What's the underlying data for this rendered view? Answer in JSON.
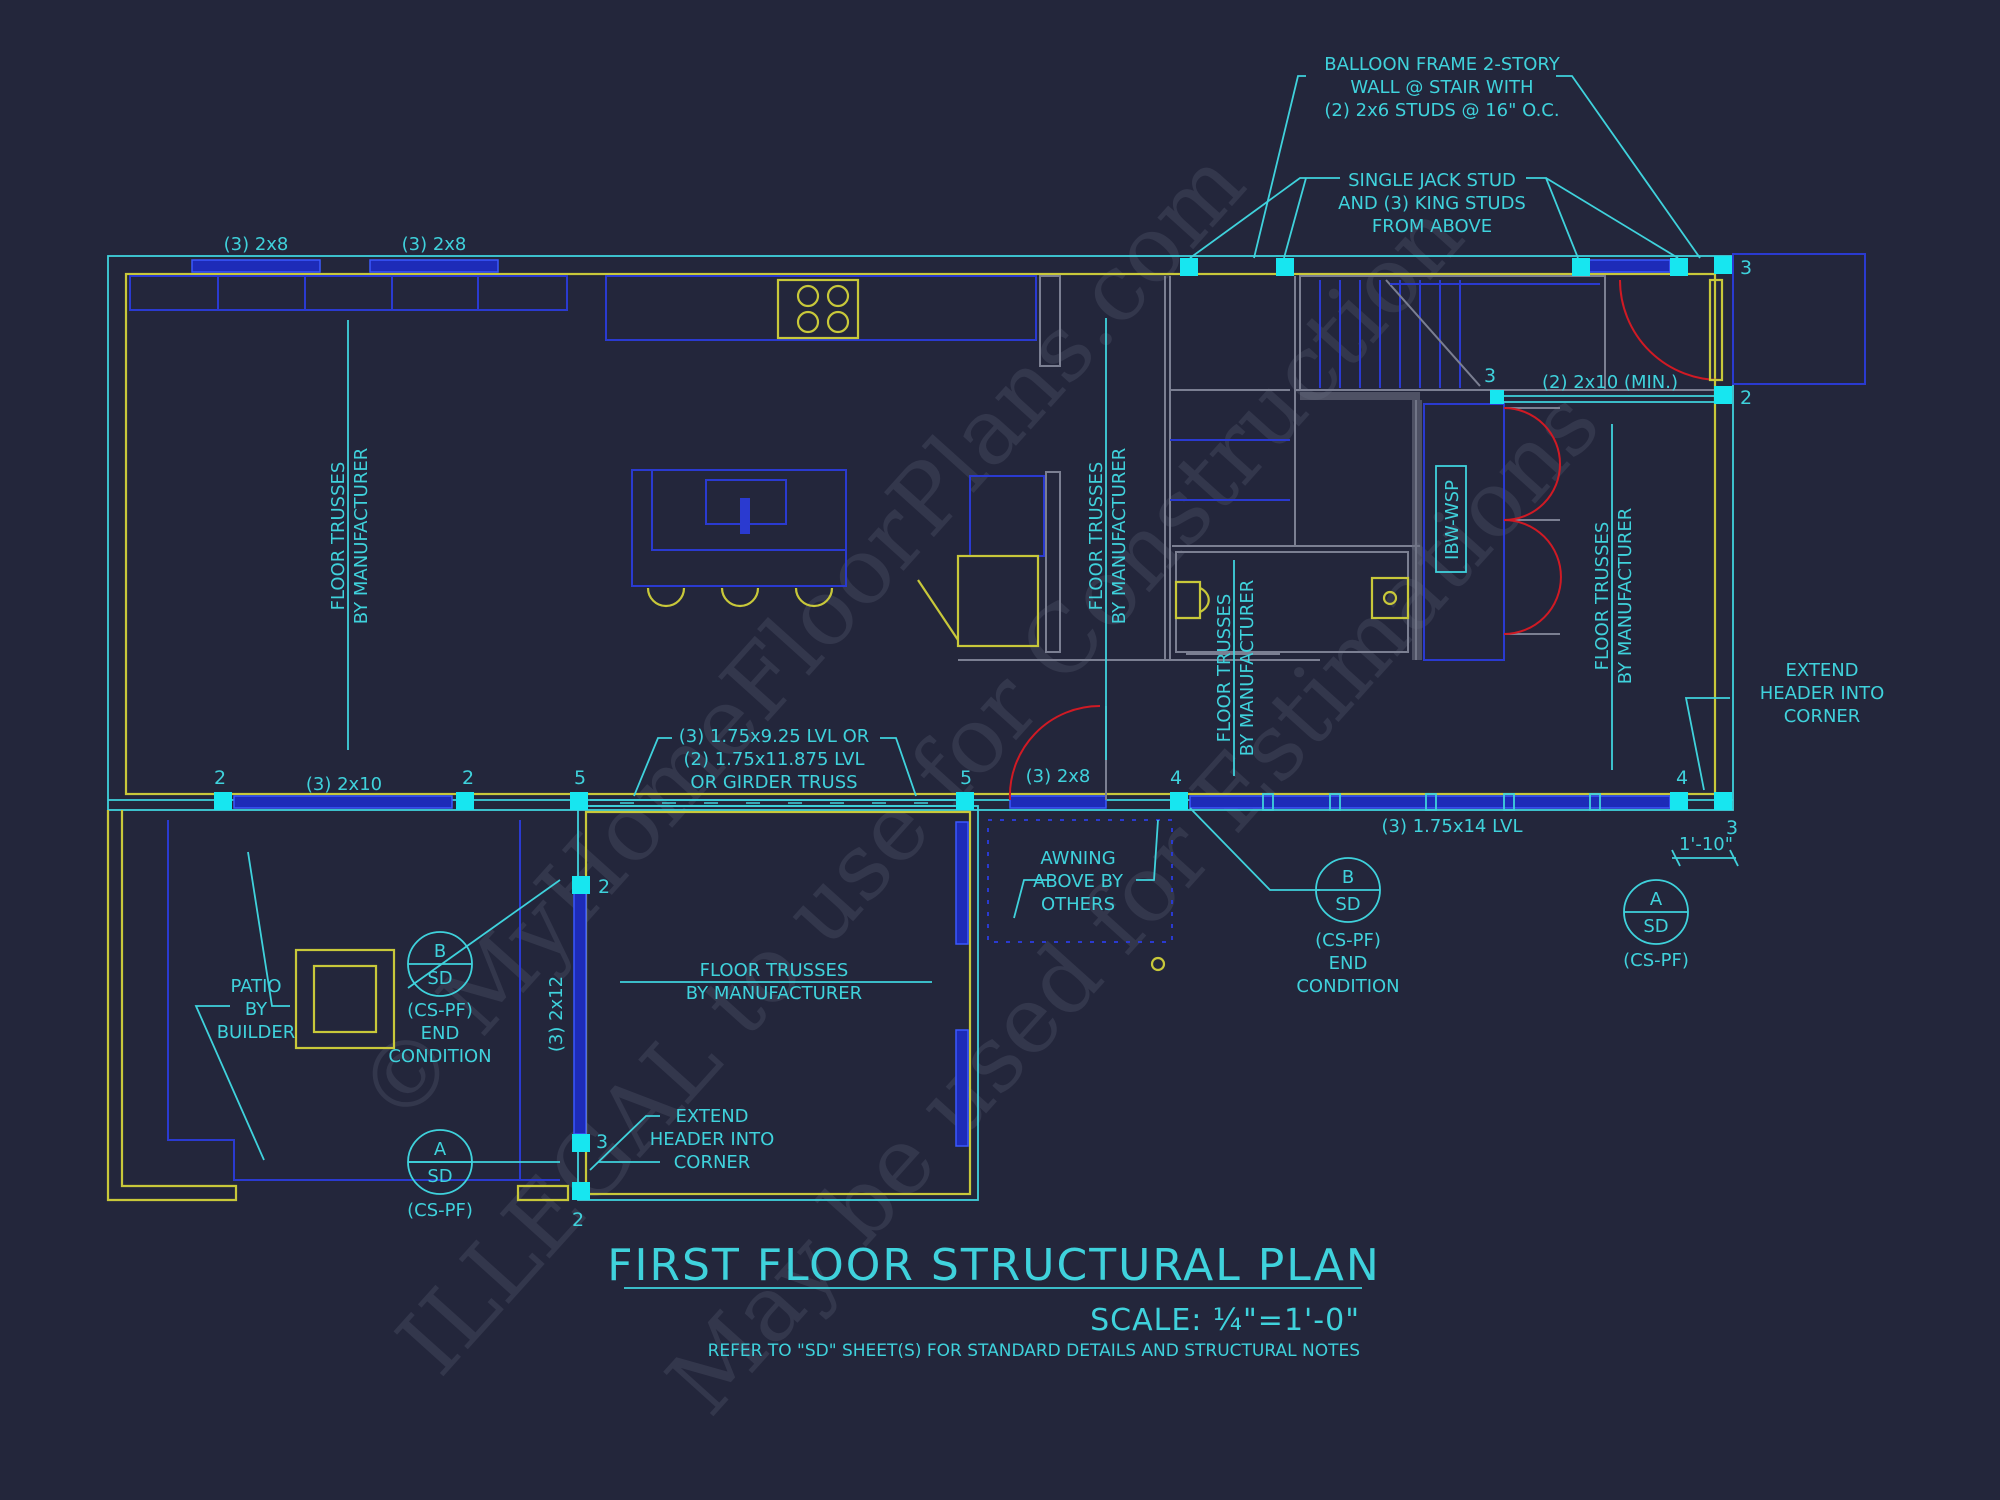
{
  "title": "FIRST FLOOR STRUCTURAL PLAN",
  "scale": "SCALE: ¼\"=1'-0\"",
  "refer_note": "REFER TO \"SD\" SHEET(S) FOR STANDARD DETAILS AND STRUCTURAL NOTES",
  "watermark": {
    "line1": "© MyHomeFloorPlans.com",
    "line2": "ILLEGAL to use for Construction",
    "line3": "May be used for Estimations"
  },
  "notes": {
    "balloon": [
      "BALLOON FRAME 2-STORY",
      "WALL @ STAIR WITH",
      "(2) 2x6 STUDS @ 16\" O.C."
    ],
    "jack": [
      "SINGLE JACK STUD",
      "AND (3) KING STUDS",
      "FROM ABOVE"
    ],
    "header_top_left": "(3) 2x8",
    "header_top_mid": "(3) 2x8",
    "header_stair": "(2) 2x10 (MIN.)",
    "trusses_left": [
      "FLOOR TRUSSES",
      "BY MANUFACTURER"
    ],
    "trusses_center": [
      "FLOOR TRUSSES",
      "BY MANUFACTURER"
    ],
    "trusses_bath": [
      "FLOOR TRUSSES",
      "BY MANUFACTURER"
    ],
    "trusses_right": [
      "FLOOR TRUSSES",
      "BY MANUFACTURER"
    ],
    "trusses_bottom": [
      "FLOOR TRUSSES",
      "BY MANUFACTURER"
    ],
    "ibw": "IBW-WSP",
    "extend_right": [
      "EXTEND",
      "HEADER INTO",
      "CORNER"
    ],
    "extend_bottom": [
      "EXTEND",
      "HEADER INTO",
      "CORNER"
    ],
    "lvl_girder": [
      "(3) 1.75x9.25 LVL OR",
      "(2) 1.75x11.875 LVL",
      "OR GIRDER TRUSS"
    ],
    "header_2x10": "(3) 2x10",
    "header_2x8": "(3) 2x8",
    "header_lvl14": "(3) 1.75x14 LVL",
    "header_2x12": "(3) 2x12",
    "awning": [
      "AWNING",
      "ABOVE BY",
      "OTHERS"
    ],
    "patio": [
      "PATIO",
      "BY",
      "BUILDER"
    ],
    "dimension": "1'-10\""
  },
  "details": [
    {
      "letter": "B",
      "sheet": "SD",
      "ref": "(CS-PF)",
      "caption": [
        "END",
        "CONDITION"
      ]
    },
    {
      "letter": "A",
      "sheet": "SD",
      "ref": "(CS-PF)",
      "caption": []
    },
    {
      "letter": "B",
      "sheet": "SD",
      "ref": "(CS-PF)",
      "caption": [
        "END",
        "CONDITION"
      ]
    },
    {
      "letter": "A",
      "sheet": "SD",
      "ref": "(CS-PF)",
      "caption": []
    }
  ],
  "post_tags": [
    "2",
    "2",
    "5",
    "5",
    "4",
    "4",
    "3",
    "3",
    "2",
    "2",
    "3",
    "2",
    "3"
  ]
}
